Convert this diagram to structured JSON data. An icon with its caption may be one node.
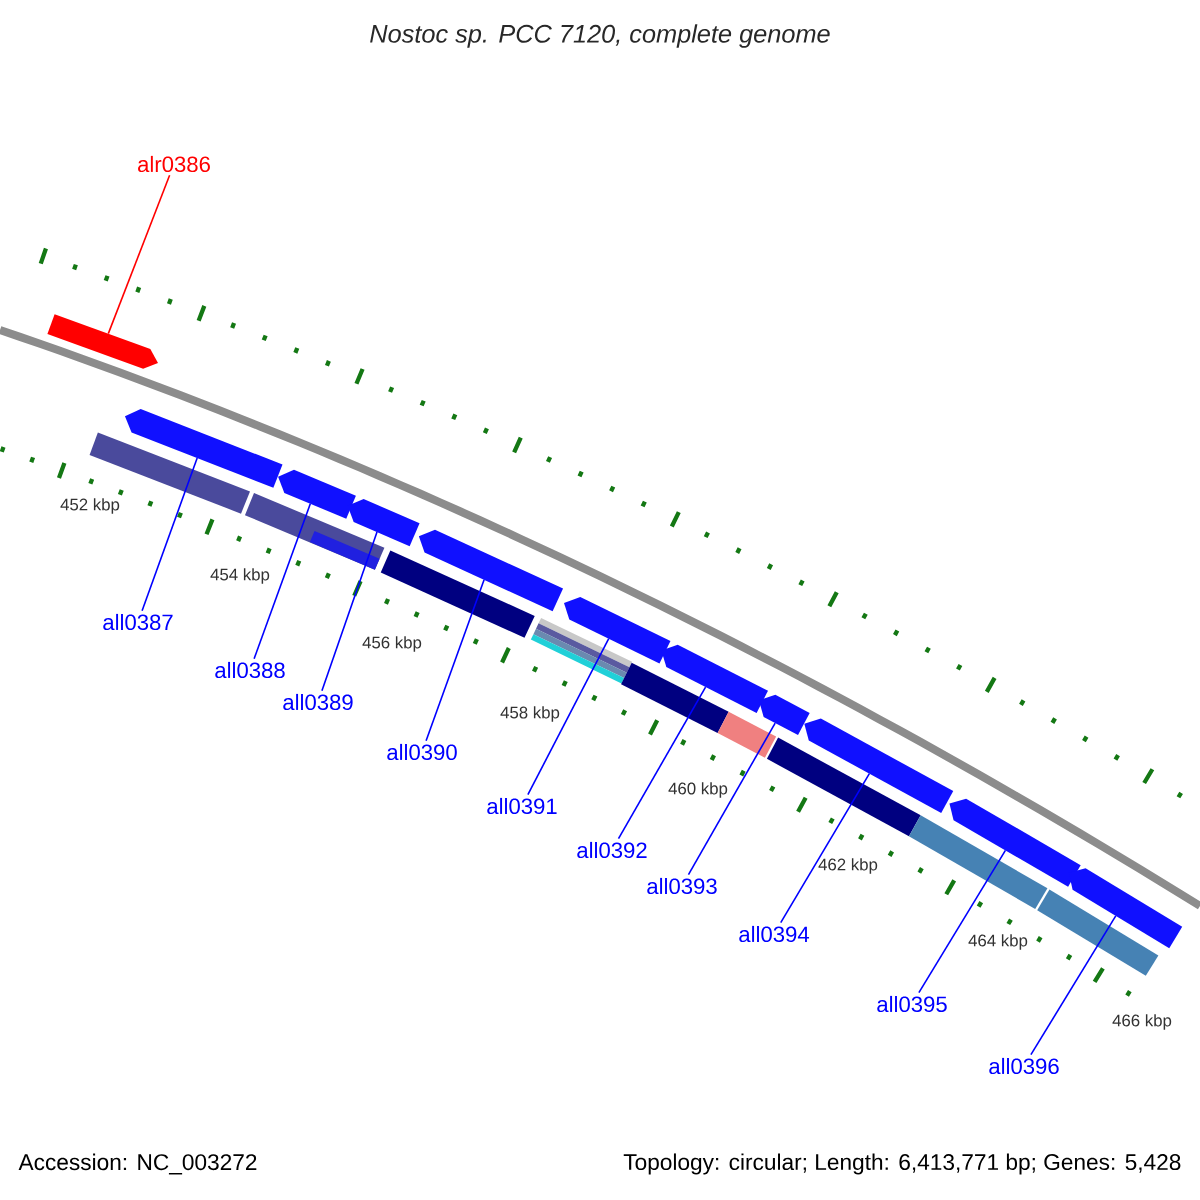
{
  "diagram": {
    "title": "Nostoc sp. PCC 7120, complete genome",
    "nodes": [
      {
        "text": [
          "alr0386"
        ]
      },
      {
        "text": [],
        "shape": "arrow"
      },
      {
        "text": [],
        "shape": "arrow"
      },
      {
        "text": [],
        "shape": "arrow"
      },
      {
        "text": [],
        "shape": "arrow"
      },
      {
        "text": [],
        "shape": "arrow"
      },
      {
        "text": [],
        "shape": "arrow"
      },
      {
        "text": [],
        "shape": "arrow"
      },
      {
        "text": [],
        "shape": "arrow"
      },
      {
        "text": [],
        "shape": "arrow"
      },
      {
        "text": [],
        "shape": "arrow"
      },
      {
        "text": [],
        "shape": "arrow"
      },
      {
        "text": [],
        "shape": "bar"
      },
      {
        "text": [],
        "shape": "bar"
      },
      {
        "text": [],
        "shape": "bar"
      },
      {
        "text": [],
        "shape": "bar"
      },
      {
        "text": [],
        "shape": "bar"
      },
      {
        "text": [],
        "shape": "bar"
      },
      {
        "text": [],
        "shape": "bar"
      },
      {
        "text": [],
        "shape": "bar"
      },
      {
        "text": [],
        "shape": "bar"
      },
      {
        "text": [
          "all0387"
        ]
      },
      {
        "text": [
          "all0388"
        ]
      },
      {
        "text": [
          "all0389"
        ]
      },
      {
        "text": [
          "all0390"
        ]
      },
      {
        "text": [
          "all0391"
        ]
      },
      {
        "text": [
          "all0392"
        ]
      },
      {
        "text": [
          "all0393"
        ]
      },
      {
        "text": [
          "all0394"
        ]
      },
      {
        "text": [
          "all0395"
        ]
      },
      {
        "text": [
          "all0396"
        ]
      }
    ],
    "edges": [
      {
        "from": 0,
        "to": 1,
        "arrow": "none",
        "color": "#ff0000"
      },
      {
        "from": 21,
        "to": 2,
        "arrow": "none"
      },
      {
        "from": 22,
        "to": 3,
        "arrow": "none"
      },
      {
        "from": 23,
        "to": 4,
        "arrow": "none"
      },
      {
        "from": 24,
        "to": 5,
        "arrow": "none"
      },
      {
        "from": 25,
        "to": 6,
        "arrow": "none"
      },
      {
        "from": 26,
        "to": 7,
        "arrow": "none"
      },
      {
        "from": 27,
        "to": 8,
        "arrow": "none"
      },
      {
        "from": 28,
        "to": 9,
        "arrow": "none"
      },
      {
        "from": 29,
        "to": 10,
        "arrow": "none"
      },
      {
        "from": 30,
        "to": 11,
        "arrow": "none"
      }
    ],
    "labels": [
      "452 kbp",
      "454 kbp",
      "456 kbp",
      "458 kbp",
      "460 kbp",
      "462 kbp",
      "464 kbp",
      "466 kbp",
      "Accession: NC_003272",
      "Topology: circular; Length: 6,413,771 bp; Genes: 5,428"
    ]
  }
}
